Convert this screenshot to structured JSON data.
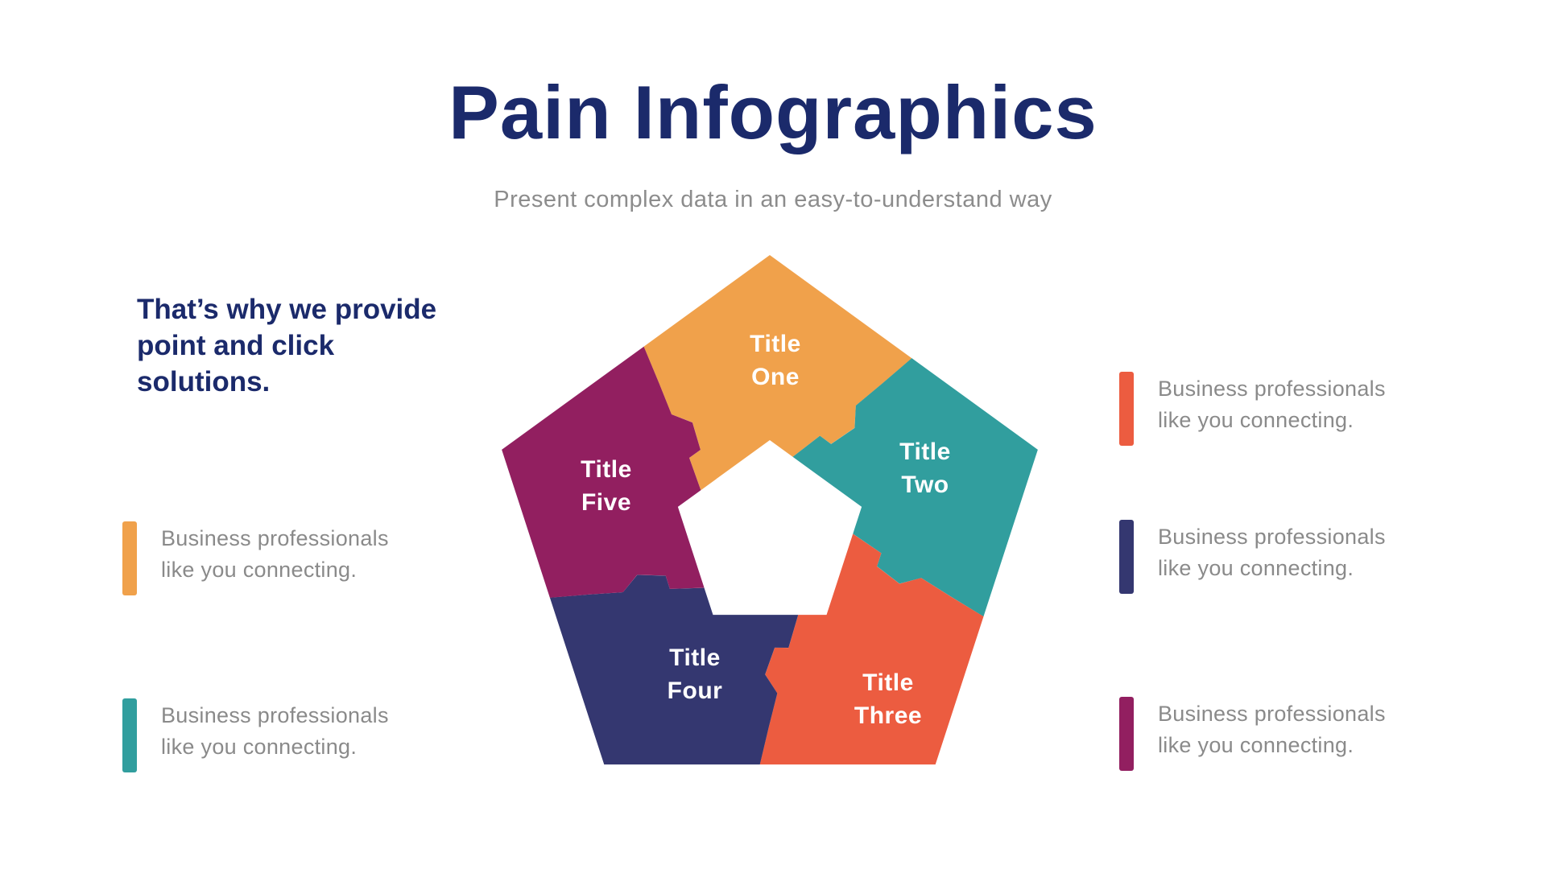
{
  "header": {
    "title": "Pain Infographics",
    "subtitle": "Present complex data in an easy-to-understand way"
  },
  "intro": {
    "text": "That’s why we provide point and click solutions."
  },
  "diagram": {
    "type": "pentagon-puzzle",
    "segments": [
      {
        "id": "one",
        "label": "Title One",
        "label_lines": [
          "Title",
          "One"
        ],
        "color": "#F0A14B"
      },
      {
        "id": "two",
        "label": "Title Two",
        "label_lines": [
          "Title",
          "Two"
        ],
        "color": "#319E9E"
      },
      {
        "id": "three",
        "label": "Title Three",
        "label_lines": [
          "Title",
          "Three"
        ],
        "color": "#EC5C40"
      },
      {
        "id": "four",
        "label": "Title Four",
        "label_lines": [
          "Title",
          "Four"
        ],
        "color": "#343770"
      },
      {
        "id": "five",
        "label": "Title Five",
        "label_lines": [
          "Title",
          "Five"
        ],
        "color": "#921F60"
      }
    ]
  },
  "legend_left": [
    {
      "color": "#F0A14B",
      "text": "Business professionals like you connecting."
    },
    {
      "color": "#319E9E",
      "text": "Business professionals like you connecting."
    }
  ],
  "legend_right": [
    {
      "color": "#EC5C40",
      "text": "Business professionals like you connecting."
    },
    {
      "color": "#343770",
      "text": "Business professionals like you connecting."
    },
    {
      "color": "#921F60",
      "text": "Business professionals like you connecting."
    }
  ],
  "colors": {
    "title_navy": "#1B2A6B",
    "body_gray": "#8A8A8A",
    "background": "#FFFFFF"
  }
}
